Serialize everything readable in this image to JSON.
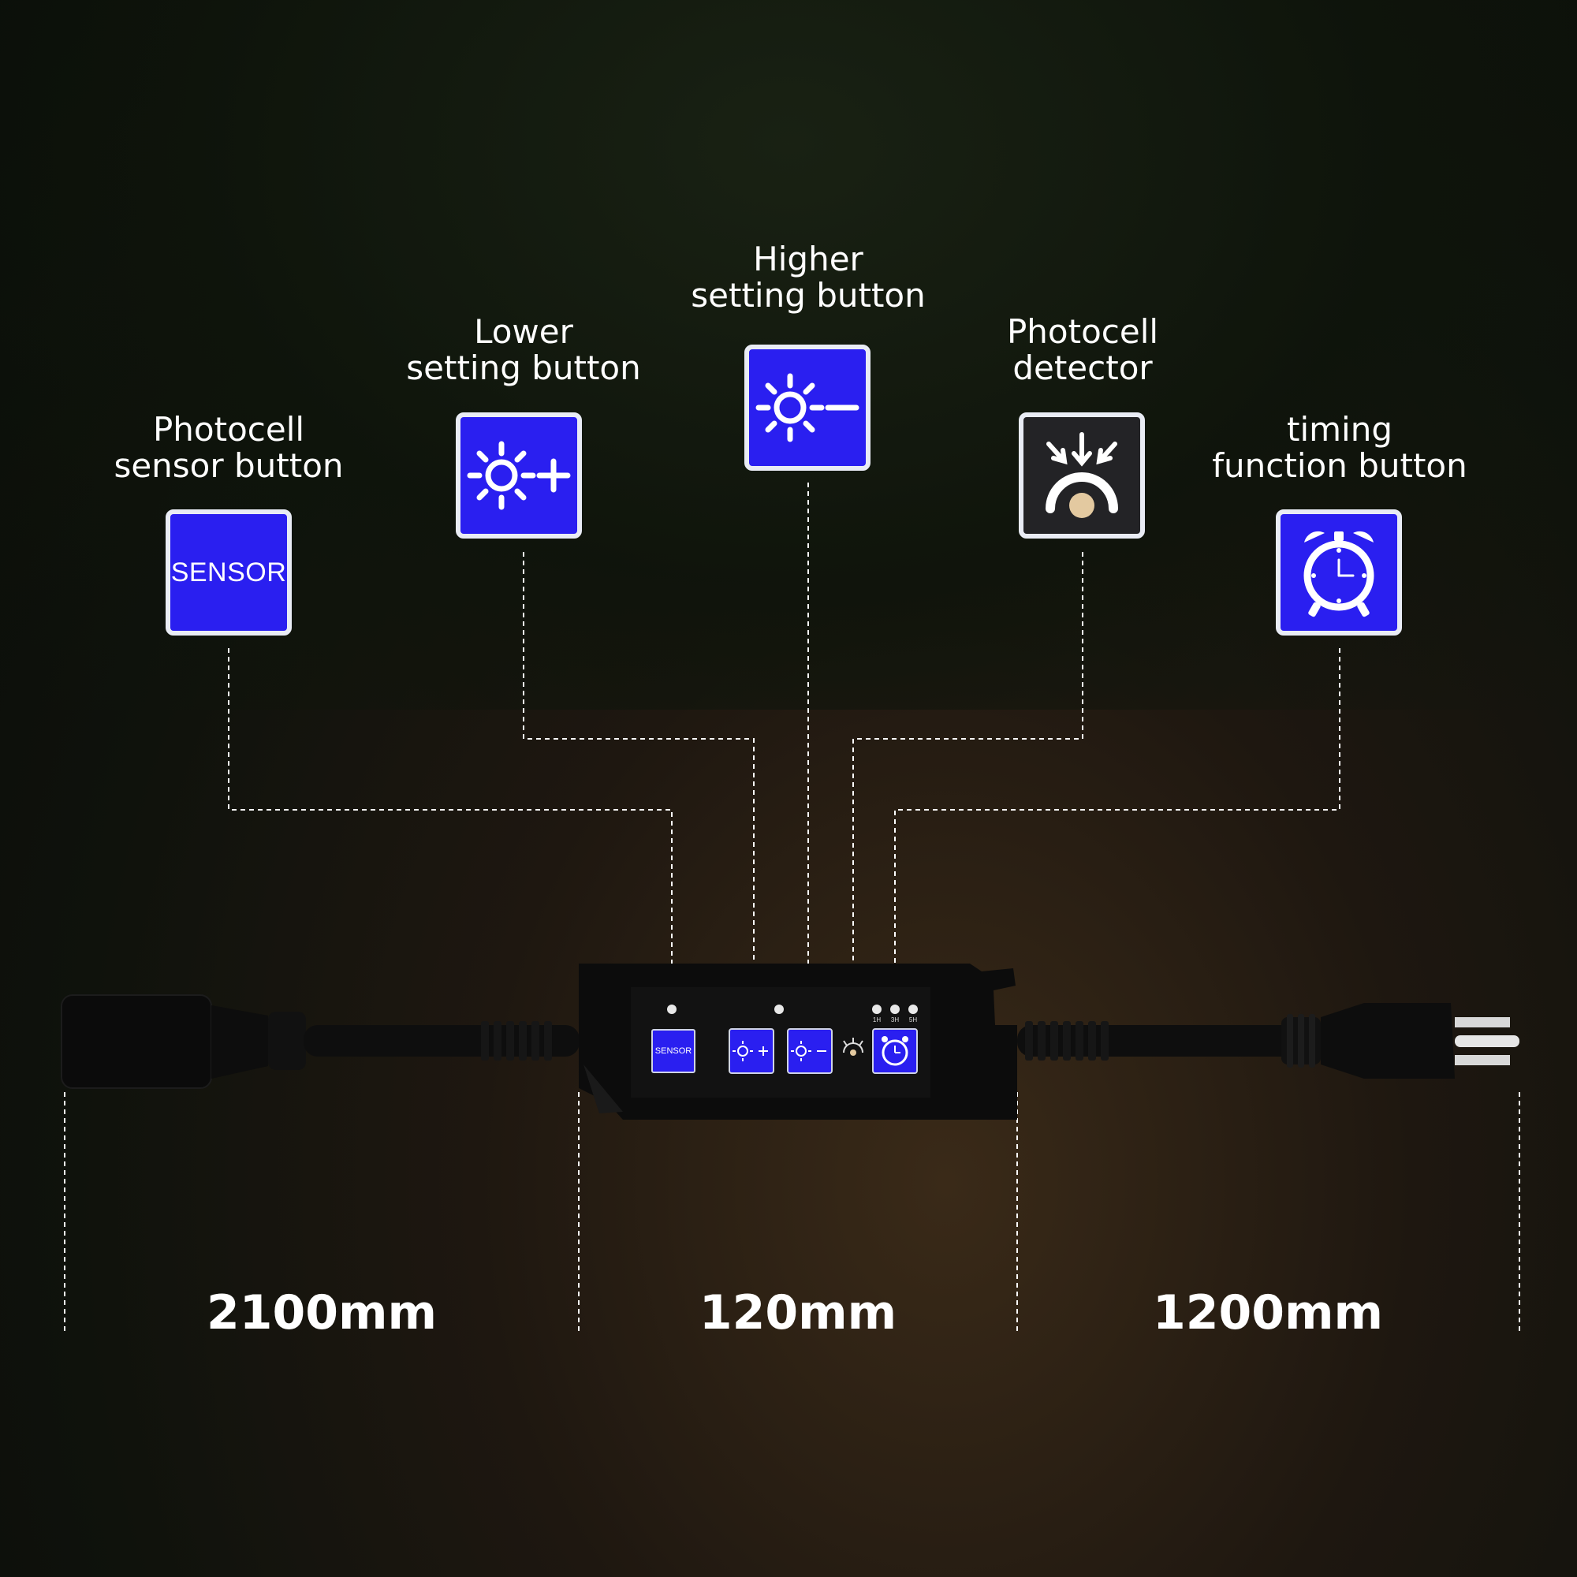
{
  "labels": {
    "photocell_sensor_button": [
      "Photocell",
      "sensor button"
    ],
    "lower_setting_button": [
      "Lower",
      "setting button"
    ],
    "higher_setting_button": [
      "Higher",
      "setting button"
    ],
    "photocell_detector": [
      "Photocell",
      "detector"
    ],
    "timing_function_button": [
      "timing",
      "function button"
    ]
  },
  "sensor_button_text": "SENSOR",
  "device": {
    "sensor_text": "SENSOR",
    "timer_labels": [
      "1H",
      "3H",
      "5H"
    ]
  },
  "dimensions": {
    "left_cord": "2100mm",
    "controller": "120mm",
    "right_cord": "1200mm"
  },
  "colors": {
    "button_blue": "#2a1ff0",
    "button_border": "#e9ecf5",
    "detector_bg": "#232326",
    "detector_dot": "#e3c9a0"
  },
  "icons": [
    "sensor-text-icon",
    "brightness-plus-icon",
    "brightness-minus-icon",
    "photocell-detector-icon",
    "alarm-clock-icon"
  ]
}
